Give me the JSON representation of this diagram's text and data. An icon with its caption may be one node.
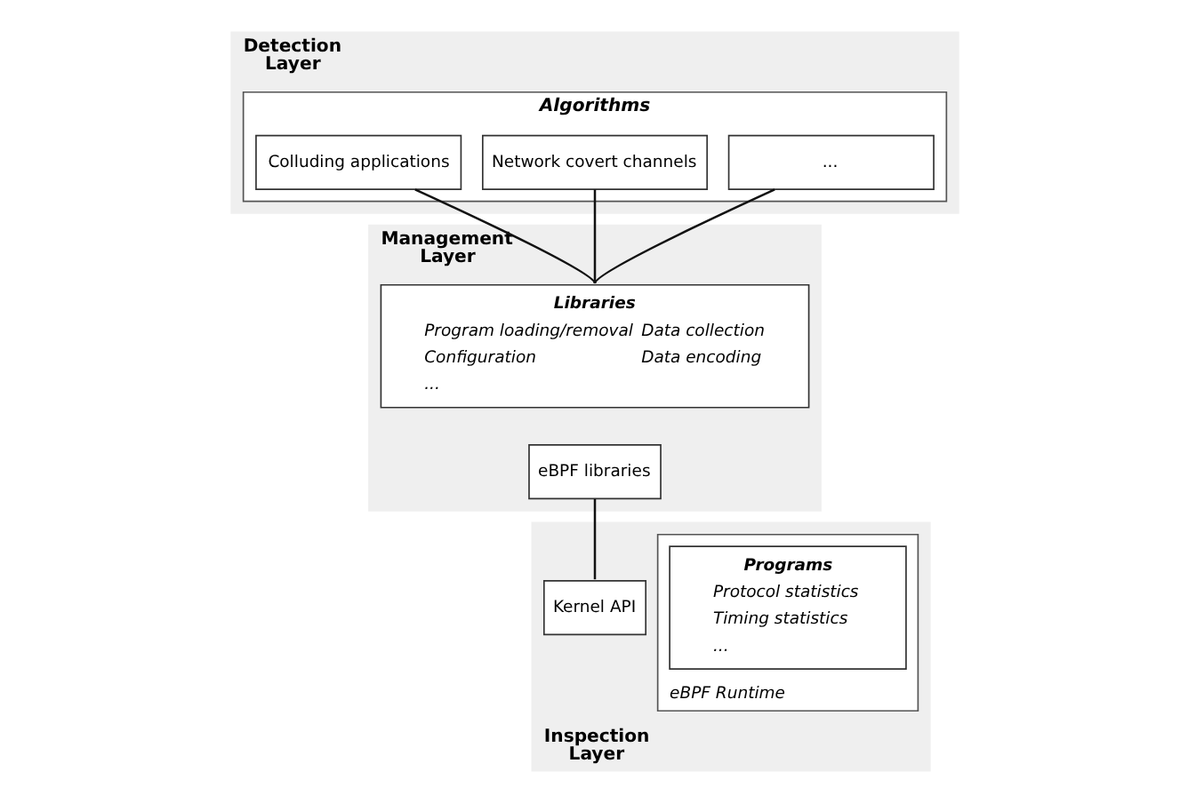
{
  "diagram": {
    "nodes": [
      {
        "text": [
          "Detection Layer"
        ]
      },
      {
        "text": [
          "Algorithms"
        ],
        "in": 0
      },
      {
        "text": [
          "Colluding applications"
        ],
        "in": 1
      },
      {
        "text": [
          "Network covert channels"
        ],
        "in": 1
      },
      {
        "text": [
          "..."
        ],
        "in": 1
      },
      {
        "text": [
          "Management Layer"
        ]
      },
      {
        "text": [
          "Libraries",
          "Program loading/removal",
          "Data collection",
          "Configuration",
          "Data encoding",
          "..."
        ],
        "in": 5
      },
      {
        "text": [
          "eBPF libraries"
        ],
        "in": 5
      },
      {
        "text": [
          "Inspection Layer"
        ]
      },
      {
        "text": [
          "Kernel API"
        ],
        "in": 8
      },
      {
        "text": [
          "eBPF Runtime"
        ],
        "in": 8
      },
      {
        "text": [
          "Programs",
          "Protocol statistics",
          "Timing statistics",
          "..."
        ],
        "in": 10
      }
    ],
    "edges": [
      {
        "from": 2,
        "to": 6,
        "arrow": "none"
      },
      {
        "from": 3,
        "to": 6,
        "arrow": "none"
      },
      {
        "from": 4,
        "to": 6,
        "arrow": "none"
      },
      {
        "from": 7,
        "to": 9,
        "arrow": "none"
      }
    ]
  }
}
